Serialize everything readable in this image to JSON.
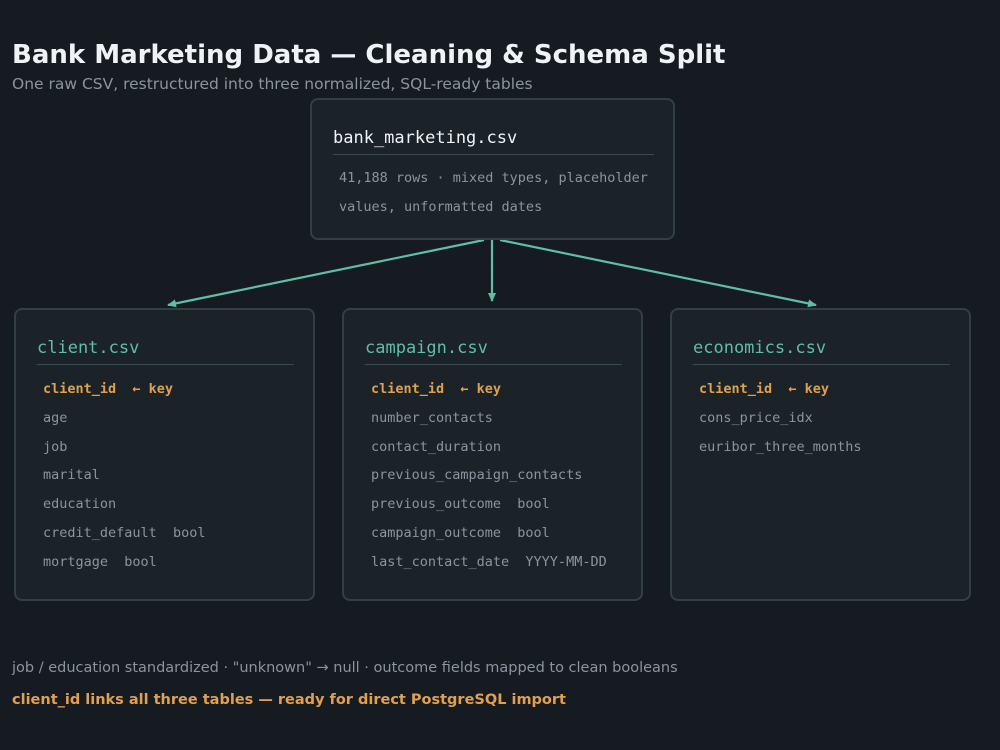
{
  "header": {
    "title": "Bank Marketing Data — Cleaning & Schema Split",
    "subtitle": "One raw CSV, restructured into three normalized, SQL-ready tables"
  },
  "source": {
    "name": "bank_marketing.csv",
    "description": "41,188 rows · mixed types, placeholder values, unformatted dates"
  },
  "tables": [
    {
      "name": "client.csv",
      "fields": [
        {
          "text": "client_id  ← key",
          "key": true
        },
        {
          "text": "age"
        },
        {
          "text": "job"
        },
        {
          "text": "marital"
        },
        {
          "text": "education"
        },
        {
          "text": "credit_default  bool"
        },
        {
          "text": "mortgage  bool"
        }
      ]
    },
    {
      "name": "campaign.csv",
      "fields": [
        {
          "text": "client_id  ← key",
          "key": true
        },
        {
          "text": "number_contacts"
        },
        {
          "text": "contact_duration"
        },
        {
          "text": "previous_campaign_contacts"
        },
        {
          "text": "previous_outcome  bool"
        },
        {
          "text": "campaign_outcome  bool"
        },
        {
          "text": "last_contact_date  YYYY-MM-DD"
        }
      ]
    },
    {
      "name": "economics.csv",
      "fields": [
        {
          "text": "client_id  ← key",
          "key": true
        },
        {
          "text": "cons_price_idx"
        },
        {
          "text": "euribor_three_months"
        }
      ]
    }
  ],
  "footer": {
    "note": "job / education standardized  ·  \"unknown\" → null  ·  outcome fields mapped to clean booleans",
    "highlight": "client_id links all three tables — ready for direct PostgreSQL import"
  },
  "colors": {
    "background": "#161b22",
    "accent": "#5fbfa5",
    "key": "#e0a050",
    "text_muted": "#8b949e"
  }
}
